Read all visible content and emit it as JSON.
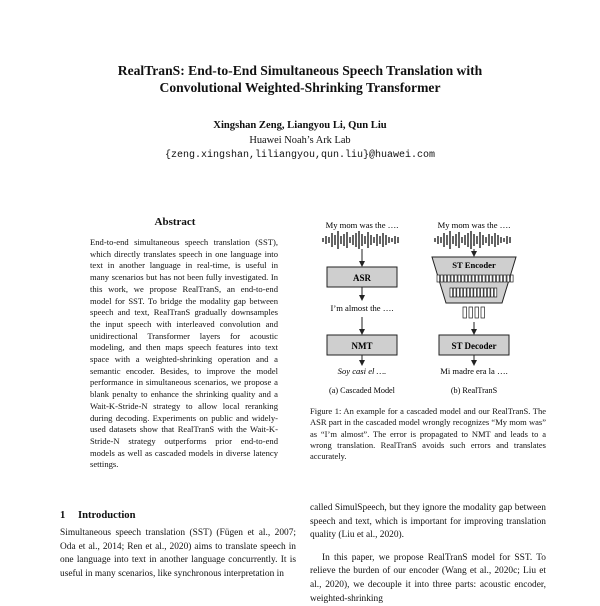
{
  "paper": {
    "title_line1": "RealTranS: End-to-End Simultaneous Speech Translation with",
    "title_line2": "Convolutional Weighted-Shrinking Transformer",
    "authors": "Xingshan Zeng, Liangyou Li, Qun Liu",
    "affiliation": "Huawei Noah’s Ark Lab",
    "email": "{zeng.xingshan,liliangyou,qun.liu}@huawei.com"
  },
  "abstract": {
    "heading": "Abstract",
    "text": "End-to-end simultaneous speech translation (SST), which directly translates speech in one language into text in another language in real-time, is useful in many scenarios but has not been fully investigated. In this work, we propose RealTranS, an end-to-end model for SST. To bridge the modality gap between speech and text, RealTranS gradually downsamples the input speech with interleaved convolution and unidirectional Transformer layers for acoustic modeling, and then maps speech features into text space with a weighted-shrinking operation and a semantic encoder. Besides, to improve the model performance in simultaneous scenarios, we propose a blank penalty to enhance the shrinking quality and a Wait-K-Stride-N strategy to allow local reranking during decoding. Experiments on public and widely-used datasets show that RealTranS with the Wait-K-Stride-N strategy outperforms prior end-to-end models as well as cascaded models in diverse latency settings."
  },
  "section1": {
    "number": "1",
    "title": "Introduction",
    "text": "Simultaneous speech translation (SST) (Fügen et al., 2007; Oda et al., 2014; Ren et al., 2020) aims to translate speech in one language into text in another language concurrently. It is useful in many scenarios, like synchronous interpretation in"
  },
  "right_column": {
    "para1": "called SimulSpeech, but they ignore the modality gap between speech and text, which is important for improving translation quality (Liu et al., 2020).",
    "para2": "In this paper, we propose RealTranS model for SST. To relieve the burden of our encoder (Wang et al., 2020c; Liu et al., 2020), we decouple it into three parts: acoustic encoder, weighted-shrinking"
  },
  "figure": {
    "left_input": "My mom was the ….",
    "asr_label": "ASR",
    "asr_output": "I’m almost the ….",
    "nmt_label": "NMT",
    "left_output": "Soy casi el ….",
    "left_caption": "(a)  Cascaded Model",
    "right_input": "My mom was the ….",
    "st_encoder_label": "ST Encoder",
    "st_decoder_label": "ST Decoder",
    "right_output": "Mi madre era la ….",
    "right_caption": "(b)  RealTranS",
    "caption": "Figure 1: An example for a cascaded model and our RealTranS. The ASR part in the cascaded model wrongly recognizes “My mom was” as “I’m almost”. The error is propagated to NMT and leads to a wrong translation. RealTranS avoids such errors and translates accurately."
  }
}
